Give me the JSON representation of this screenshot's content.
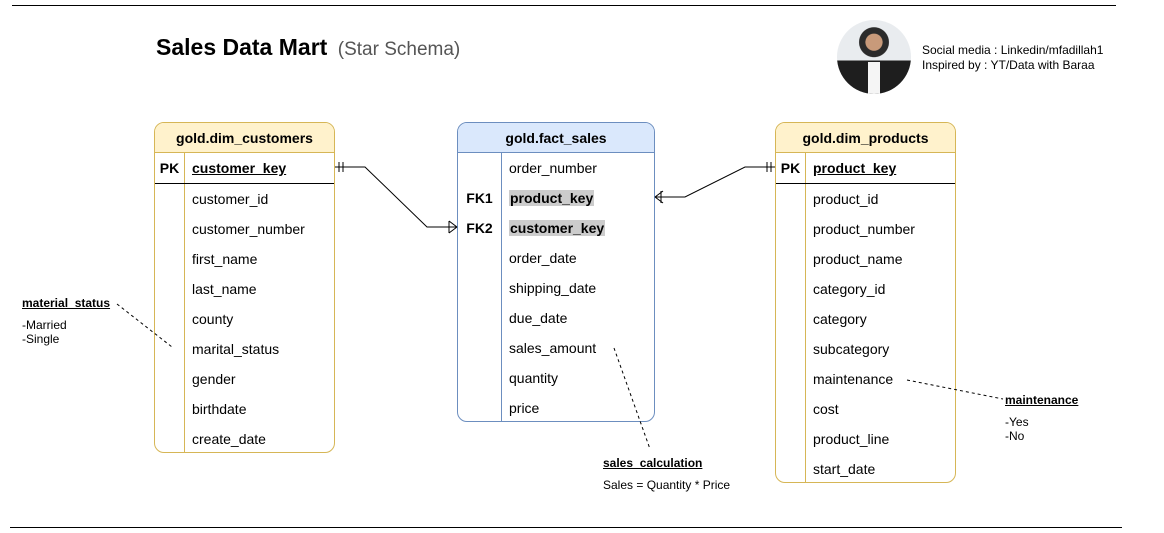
{
  "header": {
    "title": "Sales Data Mart",
    "subtitle": "(Star Schema)",
    "credits": [
      "Social media : Linkedin/mfadillah1",
      "Inspired by : YT/Data with Baraa"
    ]
  },
  "tables": {
    "dim_customers": {
      "name": "gold.dim_customers",
      "rows": [
        {
          "key": "PK",
          "field": "customer_key"
        },
        {
          "key": "",
          "field": "customer_id"
        },
        {
          "key": "",
          "field": "customer_number"
        },
        {
          "key": "",
          "field": "first_name"
        },
        {
          "key": "",
          "field": "last_name"
        },
        {
          "key": "",
          "field": "county"
        },
        {
          "key": "",
          "field": "marital_status"
        },
        {
          "key": "",
          "field": "gender"
        },
        {
          "key": "",
          "field": "birthdate"
        },
        {
          "key": "",
          "field": "create_date"
        }
      ]
    },
    "fact_sales": {
      "name": "gold.fact_sales",
      "rows": [
        {
          "key": "",
          "field": "order_number"
        },
        {
          "key": "FK1",
          "field": "product_key"
        },
        {
          "key": "FK2",
          "field": "customer_key"
        },
        {
          "key": "",
          "field": "order_date"
        },
        {
          "key": "",
          "field": "shipping_date"
        },
        {
          "key": "",
          "field": "due_date"
        },
        {
          "key": "",
          "field": "sales_amount"
        },
        {
          "key": "",
          "field": "quantity"
        },
        {
          "key": "",
          "field": "price"
        }
      ]
    },
    "dim_products": {
      "name": "gold.dim_products",
      "rows": [
        {
          "key": "PK",
          "field": "product_key"
        },
        {
          "key": "",
          "field": "product_id"
        },
        {
          "key": "",
          "field": "product_number"
        },
        {
          "key": "",
          "field": "product_name"
        },
        {
          "key": "",
          "field": "category_id"
        },
        {
          "key": "",
          "field": "category"
        },
        {
          "key": "",
          "field": "subcategory"
        },
        {
          "key": "",
          "field": "maintenance"
        },
        {
          "key": "",
          "field": "cost"
        },
        {
          "key": "",
          "field": "product_line"
        },
        {
          "key": "",
          "field": "start_date"
        }
      ]
    }
  },
  "notes": {
    "material_status": {
      "title": "material_status",
      "lines": [
        "-Married",
        "-Single"
      ]
    },
    "sales_calculation": {
      "title": "sales_calculation",
      "lines": [
        "Sales = Quantity * Price"
      ]
    },
    "maintenance": {
      "title": "maintenance",
      "lines": [
        "-Yes",
        "-No"
      ]
    }
  },
  "colors": {
    "dim_border": "#d6b656",
    "dim_header": "#fff2cc",
    "fact_border": "#6c8ebf",
    "fact_header": "#dae8fc",
    "fk_highlight": "#cccccc"
  }
}
